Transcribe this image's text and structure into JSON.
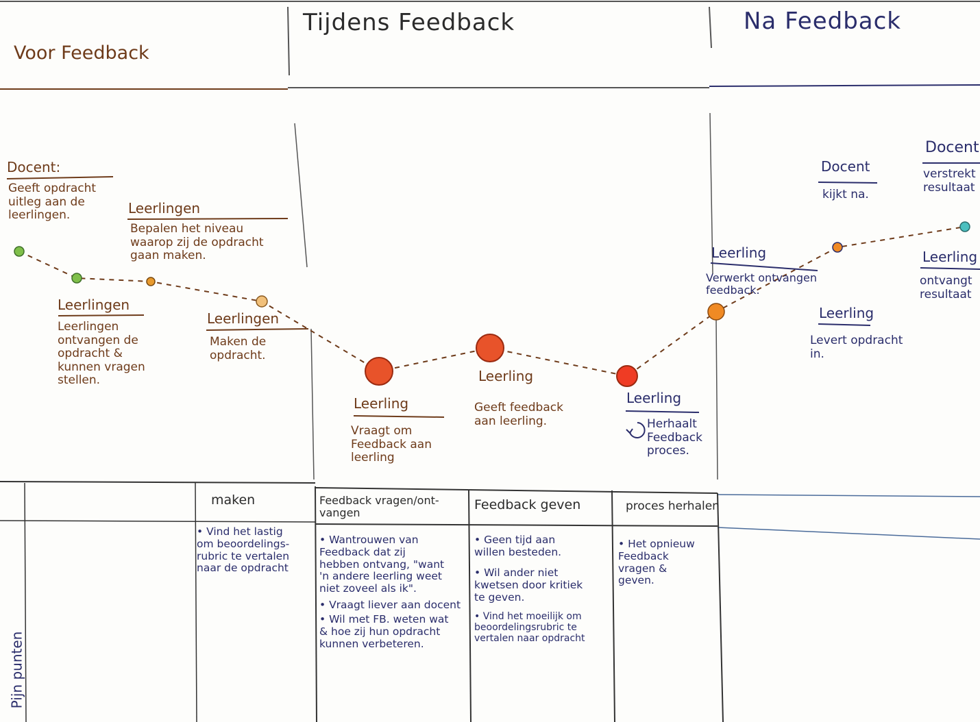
{
  "phases": {
    "voor": "Voor Feedback",
    "tijdens": "Tijdens Feedback",
    "na": "Na Feedback"
  },
  "steps": [
    {
      "role": "Docent:",
      "text": "Geeft opdracht\nuitleg aan de\nleerlingen.",
      "dot_color": "#7fbf4a"
    },
    {
      "role": "Leerlingen",
      "text": "Leerlingen\nontvangen de\nopdracht &\nkunnen vragen\nstellen.",
      "dot_color": "#7fbf4a"
    },
    {
      "role": "Leerlingen",
      "text": "Bepalen het niveau\nwaarop zij de opdracht\ngaan maken.",
      "dot_color": "#e89a2e"
    },
    {
      "role": "Leerlingen",
      "text": "Maken de\nopdracht.",
      "dot_color": "#f1c07a"
    },
    {
      "role": "Leerling",
      "text": "Vraagt om\nFeedback aan\nleerling",
      "dot_color": "#e8532a"
    },
    {
      "role": "Leerling",
      "text": "Geeft feedback\naan leerling.",
      "dot_color": "#e8532a"
    },
    {
      "role": "Leerling",
      "text": "Herhaalt\nFeedback\nproces.",
      "dot_color": "#ef3c24"
    },
    {
      "role": "Leerling",
      "text": "Verwerkt ontvangen\nfeedback.",
      "dot_color": "#f08a24"
    },
    {
      "role": "Leerling",
      "text": "Levert opdracht\nin.",
      "dot_color": ""
    },
    {
      "role": "Docent",
      "text": "kijkt na.",
      "dot_color": "#f08a24"
    },
    {
      "role": "Docent",
      "text": "verstrekt\nresultaat",
      "dot_color": "#4bbfbf"
    },
    {
      "role": "Leerling",
      "text": "ontvangt\nresultaat",
      "dot_color": ""
    }
  ],
  "table": {
    "row_label": "Pijn punten",
    "columns": [
      {
        "header": "maken",
        "items": [
          "• Vind het lastig\nom beoordelings-\nrubric te vertalen\nnaar de opdracht"
        ]
      },
      {
        "header": "Feedback vragen/ont-\nvangen",
        "items": [
          "• Wantrouwen van\nFeedback dat zij\nhebben ontvang, \"want\n'n andere leerling weet\nniet zoveel als ik\".",
          "• Vraagt liever aan docent",
          "• Wil met FB. weten wat\n& hoe zij hun opdracht\nkunnen verbeteren."
        ]
      },
      {
        "header": "Feedback geven",
        "items": [
          "• Geen tijd aan\nwillen besteden.",
          "• Wil ander niet\nkwetsen door kritiek\nte geven.",
          "• Vind het moeilijk om\nbeoordelingsrubric te\nvertalen naar opdracht"
        ]
      },
      {
        "header": "proces herhalen",
        "items": [
          "• Het opnieuw\nFeedback\nvragen &\ngeven."
        ]
      }
    ]
  }
}
